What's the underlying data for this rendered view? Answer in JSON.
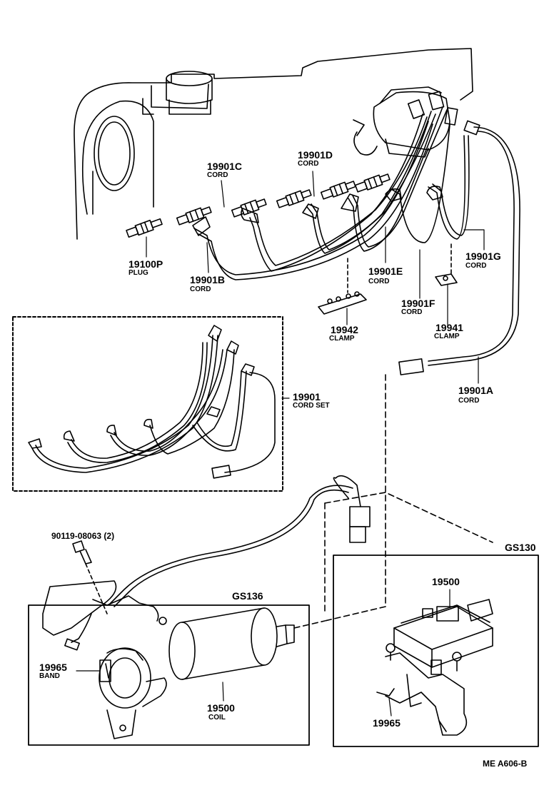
{
  "labels": {
    "p19901C": "19901C",
    "n19901C": "CORD",
    "p19901D": "19901D",
    "n19901D": "CORD",
    "p19100P": "19100P",
    "n19100P": "PLUG",
    "p19901B": "19901B",
    "n19901B": "CORD",
    "p19901E": "19901E",
    "n19901E": "CORD",
    "p19901G": "19901G",
    "n19901G": "CORD",
    "p19901F": "19901F",
    "n19901F": "CORD",
    "p19942": "19942",
    "n19942": "CLAMP",
    "p19941": "19941",
    "n19941": "CLAMP",
    "p19901": "19901",
    "n19901": "CORD SET",
    "p19901A": "19901A",
    "n19901A": "CORD",
    "bolt": "90119-08063 (2)",
    "gs136": "GS136",
    "gs130": "GS130",
    "p19500a": "19500",
    "p19500b": "19500",
    "n19500b": "COIL",
    "p19965a": "19965",
    "n19965a": "BAND",
    "p19965b": "19965",
    "drawing_ref": "ME A606-B"
  },
  "colors": {
    "ink": "#000000",
    "paper": "#ffffff"
  }
}
